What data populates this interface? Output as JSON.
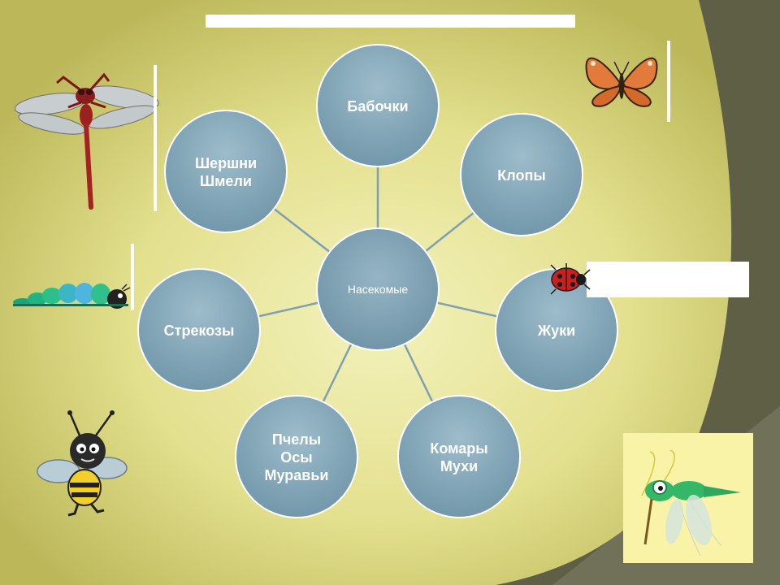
{
  "diagram": {
    "center": {
      "label": "Насекомые"
    },
    "nodes": [
      {
        "id": "butterflies",
        "lines": [
          "Бабочки"
        ]
      },
      {
        "id": "bugs",
        "lines": [
          "Клопы"
        ]
      },
      {
        "id": "beetles",
        "lines": [
          "Жуки"
        ]
      },
      {
        "id": "mosquitoes",
        "lines": [
          "Комары",
          "Мухи"
        ]
      },
      {
        "id": "bees",
        "lines": [
          "Пчелы",
          "Осы",
          "Муравьи"
        ]
      },
      {
        "id": "dragonflies",
        "lines": [
          "Стрекозы"
        ]
      },
      {
        "id": "hornets",
        "lines": [
          "Шершни",
          "Шмели"
        ]
      }
    ]
  },
  "pictures": [
    "dragonfly-icon",
    "butterfly-icon",
    "caterpillar-icon",
    "ladybug-icon",
    "bee-icon",
    "mosquito-icon"
  ],
  "colors": {
    "background": "#5f5f46",
    "glow": "#f3f2bb",
    "node_fill": "#7ea3b5",
    "node_stroke": "#ffffff",
    "connector": "#7fa0b1"
  }
}
